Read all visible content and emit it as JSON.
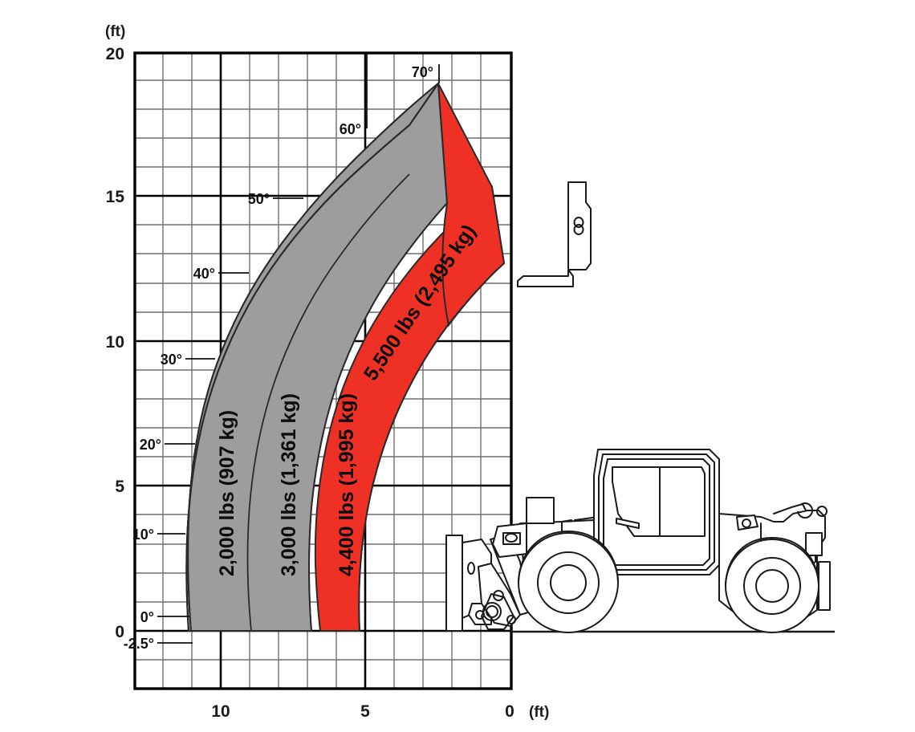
{
  "chart_data": {
    "type": "area",
    "title": "",
    "xlabel": "(ft)",
    "ylabel": "(ft)",
    "xlim": [
      13,
      0
    ],
    "ylim": [
      -2,
      20
    ],
    "grid": true,
    "x_axis_unit": "(ft)",
    "y_axis_unit": "(ft)",
    "x_ticks": [
      {
        "value": 10,
        "label": "10"
      },
      {
        "value": 5,
        "label": "5"
      },
      {
        "value": 0,
        "label": "0"
      }
    ],
    "y_ticks": [
      {
        "value": 0,
        "label": "0"
      },
      {
        "value": 5,
        "label": "5"
      },
      {
        "value": 10,
        "label": "10"
      },
      {
        "value": 15,
        "label": "15"
      },
      {
        "value": 20,
        "label": "20"
      }
    ],
    "boom_angle_labels": [
      {
        "label": "-2.5°",
        "x": 11.1,
        "y": -0.9
      },
      {
        "label": "0°",
        "x": 11.3,
        "y": 0.5
      },
      {
        "label": "10°",
        "x": 11.6,
        "y": 3.2
      },
      {
        "label": "20°",
        "x": 11.6,
        "y": 6.3
      },
      {
        "label": "30°",
        "x": 11.3,
        "y": 9.4
      },
      {
        "label": "40°",
        "x": 10.2,
        "y": 12.1
      },
      {
        "label": "50°",
        "x": 8.1,
        "y": 14.9
      },
      {
        "label": "60°",
        "x": 5.9,
        "y": 17.2
      },
      {
        "label": "70°",
        "x": 3.3,
        "y": 19.3
      }
    ],
    "legend_position": "inline-zones",
    "zones": [
      {
        "name": "2000-lbs-zone",
        "label": "2,000 lbs (907 kg)",
        "capacity_lbs": 2000,
        "capacity_kg": 907,
        "color": "#d5d5d5",
        "label_x": 9.55,
        "label_y": 5.0
      },
      {
        "name": "3000-lbs-zone",
        "label": "3,000 lbs (1,361 kg)",
        "capacity_lbs": 3000,
        "capacity_kg": 1361,
        "color": "#b5b5b5",
        "label_x": 7.65,
        "label_y": 5.0
      },
      {
        "name": "4400-lbs-zone",
        "label": "4,400 lbs (1,995 kg)",
        "capacity_lbs": 4400,
        "capacity_kg": 1995,
        "color": "#9d9d9d",
        "label_x": 5.55,
        "label_y": 5.0
      },
      {
        "name": "5500-lbs-zone",
        "label": "5,500 lbs (2,495 kg)",
        "capacity_lbs": 5500,
        "capacity_kg": 2495,
        "color": "#ee3124",
        "label_x": 3.9,
        "label_y": 9.6
      }
    ],
    "colors": {
      "zone_1": "#d5d5d5",
      "zone_2": "#b5b5b5",
      "zone_3": "#9d9d9d",
      "zone_4": "#ee3124",
      "grid_minor": "#7d7d7d",
      "grid_major": "#000000",
      "outline": "#1a1a1a",
      "background": "#ffffff"
    }
  },
  "vehicle": {
    "name": "telehandler-illustration",
    "description": "telehandler side view line drawing",
    "fork_name": "raised-fork-carriage"
  }
}
